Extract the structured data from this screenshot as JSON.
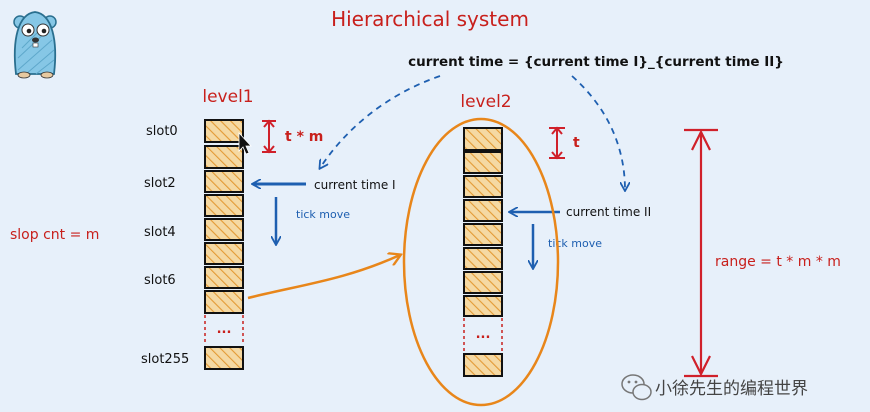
{
  "title": "Hierarchical system",
  "current_time_formula": "current time = {current time I}_{current time II}",
  "level1": {
    "label": "level1",
    "slot_labels": [
      "slot0",
      "slot2",
      "slot4",
      "slot6",
      "slot255"
    ],
    "dots": "...",
    "pointer_label": "current time I",
    "tick_label": "tick move",
    "slot_span_label": "t * m"
  },
  "level2": {
    "label": "level2",
    "dots": "...",
    "pointer_label": "current time II",
    "tick_label": "tick move",
    "slot_span_label": "t"
  },
  "slot_count_label": "slop cnt = m",
  "range_label": "range = t * m * m",
  "watermark": "小徐先生的编程世界",
  "colors": {
    "title_red": "#c8201c",
    "annotation_blue": "#1e5fb0",
    "orange": "#e8861a",
    "slot_fill": "#f5d9a3",
    "hatch": "#e39a35",
    "background": "#e7f0fa"
  },
  "icons": [
    "gopher-logo",
    "cursor-arrow-icon",
    "wechat-icon"
  ]
}
